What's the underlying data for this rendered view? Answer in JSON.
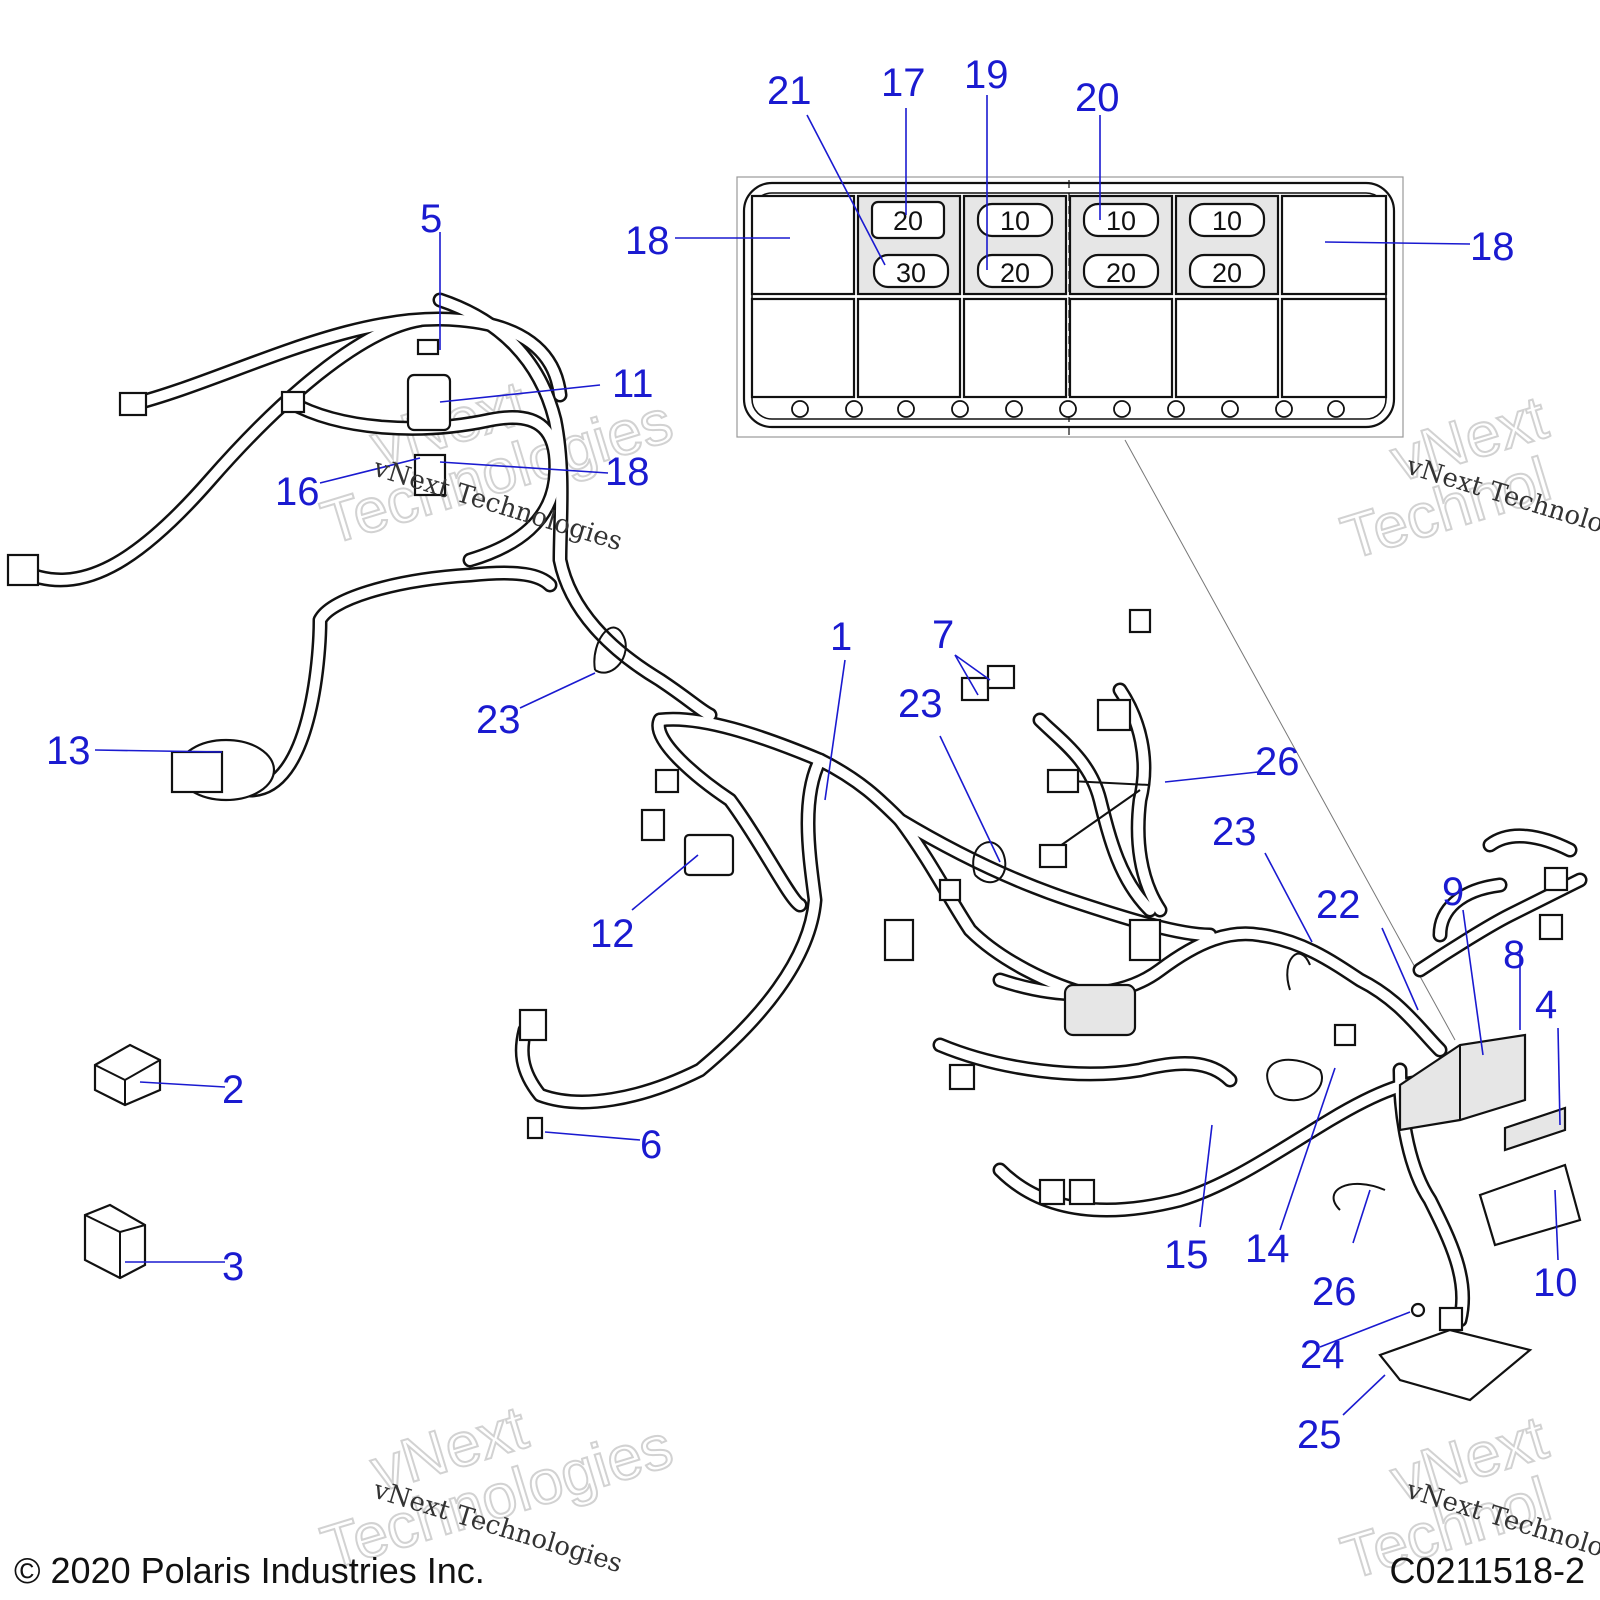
{
  "callouts": [
    {
      "id": "c1",
      "label": "1"
    },
    {
      "id": "c2",
      "label": "2"
    },
    {
      "id": "c3",
      "label": "3"
    },
    {
      "id": "c4",
      "label": "4"
    },
    {
      "id": "c5",
      "label": "5"
    },
    {
      "id": "c6",
      "label": "6"
    },
    {
      "id": "c7",
      "label": "7"
    },
    {
      "id": "c8",
      "label": "8"
    },
    {
      "id": "c9",
      "label": "9"
    },
    {
      "id": "c10",
      "label": "10"
    },
    {
      "id": "c11",
      "label": "11"
    },
    {
      "id": "c12",
      "label": "12"
    },
    {
      "id": "c13",
      "label": "13"
    },
    {
      "id": "c14",
      "label": "14"
    },
    {
      "id": "c15",
      "label": "15"
    },
    {
      "id": "c16",
      "label": "16"
    },
    {
      "id": "c17",
      "label": "17"
    },
    {
      "id": "c18a",
      "label": "18"
    },
    {
      "id": "c18b",
      "label": "18"
    },
    {
      "id": "c18c",
      "label": "18"
    },
    {
      "id": "c19",
      "label": "19"
    },
    {
      "id": "c20",
      "label": "20"
    },
    {
      "id": "c21",
      "label": "21"
    },
    {
      "id": "c22",
      "label": "22"
    },
    {
      "id": "c23a",
      "label": "23"
    },
    {
      "id": "c23b",
      "label": "23"
    },
    {
      "id": "c23c",
      "label": "23"
    },
    {
      "id": "c24",
      "label": "24"
    },
    {
      "id": "c25",
      "label": "25"
    },
    {
      "id": "c26a",
      "label": "26"
    },
    {
      "id": "c26b",
      "label": "26"
    }
  ],
  "fuse_box": {
    "top_row": [
      "20",
      "10",
      "10",
      "10"
    ],
    "bottom_row": [
      "30",
      "20",
      "20",
      "20"
    ]
  },
  "watermarks": {
    "small": "vNext Technologies",
    "big_line1": "vNext",
    "big_line2": "Technologies",
    "big_partial_line1": "vNext",
    "big_partial_line2": "Technol"
  },
  "footer": {
    "copyright": "© 2020 Polaris Industries Inc.",
    "diagram_code": "C0211518-2"
  },
  "colors": {
    "callout": "#1a1ad0",
    "line_art": "#111111",
    "watermark": "#d2d2d2"
  }
}
